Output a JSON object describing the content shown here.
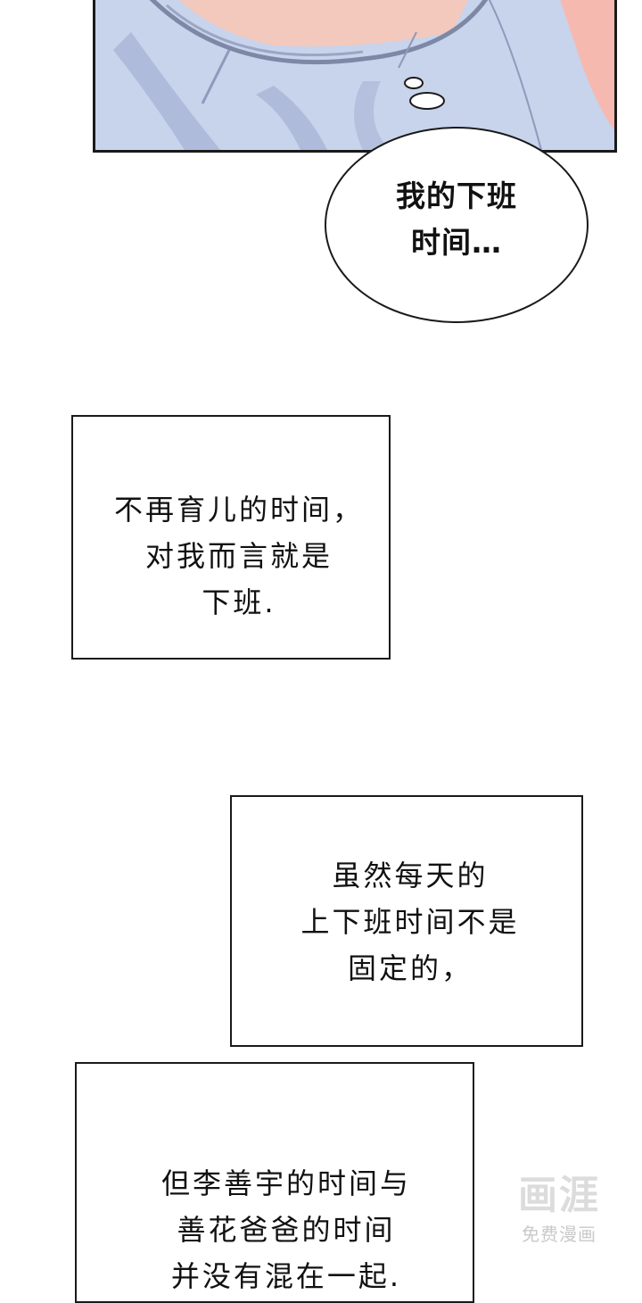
{
  "speech_bubble": {
    "text": "我的下班\n时间…"
  },
  "captions": [
    {
      "text": "不再育儿的时间，\n对我而言就是\n下班."
    },
    {
      "text": "虽然每天的\n上下班时间不是\n固定的，"
    },
    {
      "text": "但李善宇的时间与\n善花爸爸的时间\n并没有混在一起."
    }
  ],
  "watermark": {
    "logo": "画涯",
    "sub": "免费漫画"
  }
}
